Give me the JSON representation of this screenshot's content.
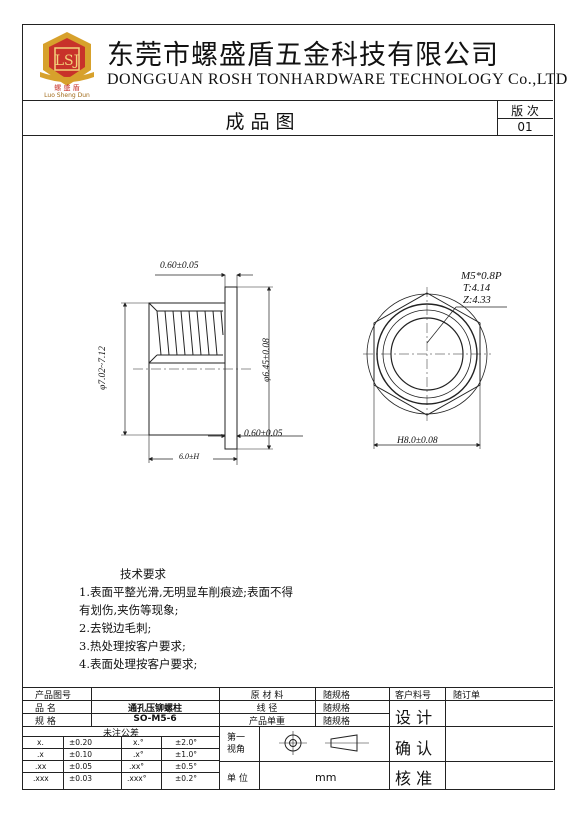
{
  "header": {
    "logo_mark": "LSJ",
    "logo_text": "螺 盛 盾",
    "logo_pinyin": "Luo Sheng Dun",
    "company_cn": "东莞市螺盛盾五金科技有限公司",
    "company_en": "DONGGUAN ROSH TONHARDWARE TECHNOLOGY Co.,LTD",
    "doc_title": "成    品    图",
    "version_label": "版  次",
    "version_value": "01"
  },
  "drawing": {
    "dim_flange_top": "0.60±0.05",
    "dim_flange_bottom": "0.60±0.05",
    "dim_outer_dia": "φ7.02~7.12",
    "dim_inner_dia": "φ6.45±0.08",
    "dim_length": "6.0±H",
    "thread_spec": "M5*0.8P",
    "thread_t": "T:4.14",
    "thread_z": "Z:4.33",
    "dim_hex": "H8.0±0.08"
  },
  "notes": {
    "title": "技术要求",
    "items": [
      "1.表面平整光滑,无明显车削痕迹;表面不得",
      "有划伤,夹伤等现象;",
      "2.去锐边毛刺;",
      "3.热处理按客户要求;",
      "4.表面处理按客户要求;"
    ]
  },
  "table": {
    "product_no_label": "产品图号",
    "product_no_value": "",
    "name_label": "品    名",
    "name_value": "通孔压铆螺柱",
    "spec_label": "规    格",
    "spec_value": "SO-M5-6",
    "material_label": "原 材 料",
    "material_value": "随规格",
    "wire_label": "线     径",
    "wire_value": "随规格",
    "weight_label": "产品单重",
    "weight_value": "随规格",
    "customer_no_label": "客户料号",
    "customer_no_value": "随订单",
    "design_label": "设  计",
    "confirm_label": "确  认",
    "approve_label": "核  准",
    "tolerance_title": "未注公差",
    "tolerance_rows": [
      {
        "k1": "x.",
        "v1": "±0.20",
        "k2": "x.°",
        "v2": "±2.0°"
      },
      {
        "k1": ".x",
        "v1": "±0.10",
        "k2": ".x°",
        "v2": "±1.0°"
      },
      {
        "k1": ".xx",
        "v1": "±0.05",
        "k2": ".xx°",
        "v2": "±0.5°"
      },
      {
        "k1": ".xxx",
        "v1": "±0.03",
        "k2": ".xxx°",
        "v2": "±0.2°"
      }
    ],
    "projection_label": "第一视角",
    "unit_label": "单    位",
    "unit_value": "mm"
  },
  "colors": {
    "logo_red": "#c8322a",
    "logo_gold": "#d7a12c",
    "line": "#222222"
  }
}
